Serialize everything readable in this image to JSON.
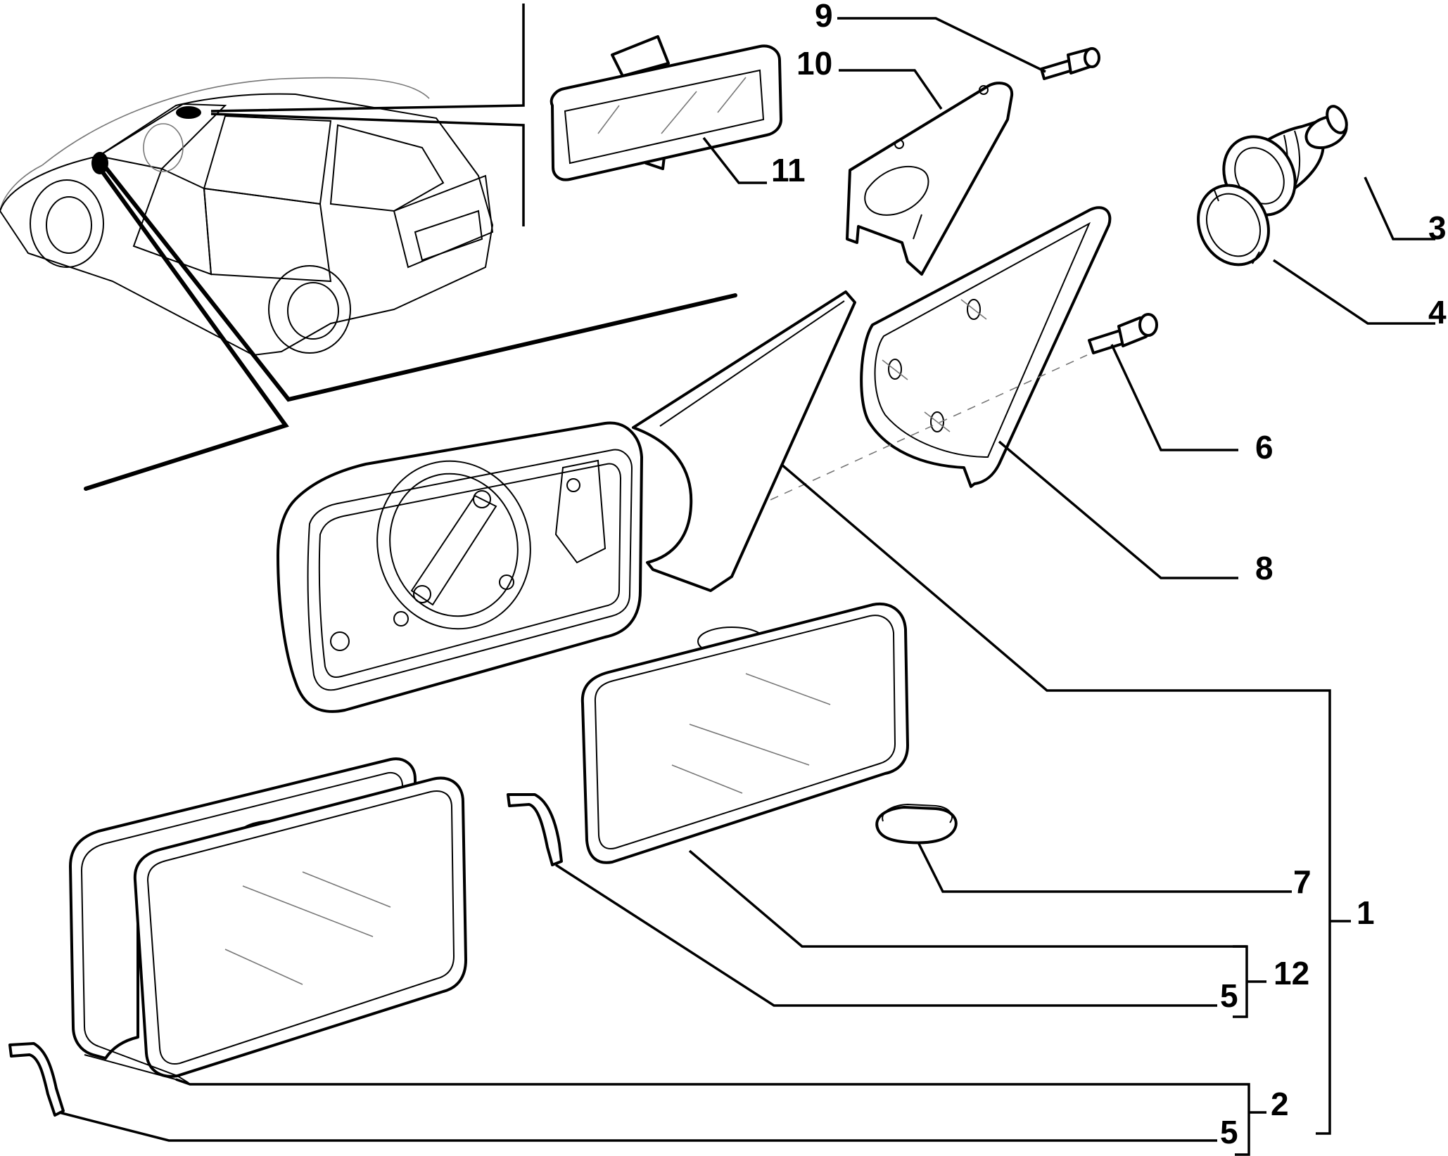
{
  "figure": {
    "callouts": {
      "c9": "9",
      "c10": "10",
      "c11": "11",
      "c3": "3",
      "c4": "4",
      "c6": "6",
      "c8": "8",
      "c7": "7",
      "c1": "1",
      "c12": "12",
      "c5a": "5",
      "c2": "2",
      "c5b": "5"
    }
  }
}
